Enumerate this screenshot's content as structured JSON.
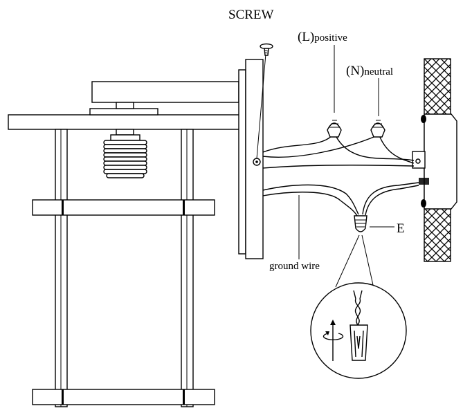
{
  "labels": {
    "screw": "SCREW",
    "positive_prefix": "(L)",
    "positive_word": "positive",
    "neutral_prefix": "(N)",
    "neutral_word": "neutral",
    "ground_connector": "E",
    "ground_wire": "ground wire"
  },
  "colors": {
    "ink": "#000000",
    "background": "#ffffff"
  }
}
